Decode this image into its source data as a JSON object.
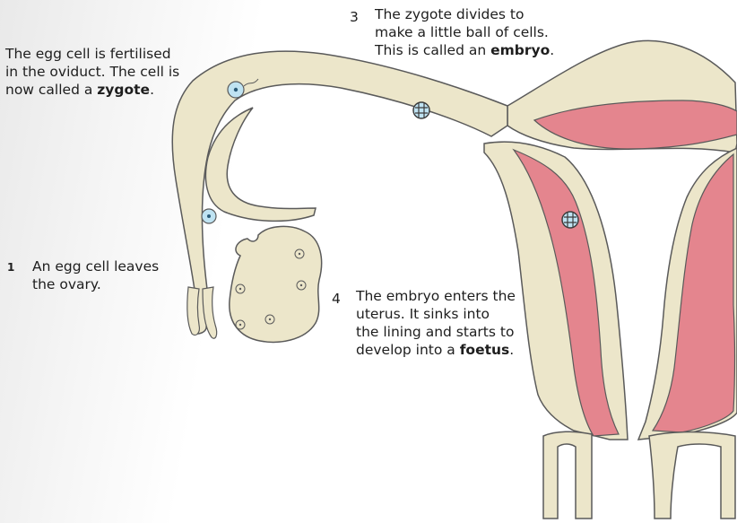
{
  "labels": {
    "fertilised": {
      "line1": "The egg cell is fertilised",
      "line2": "in the oviduct. The cell is",
      "line3_pre": "now called a ",
      "line3_bold": "zygote",
      "line3_post": "."
    },
    "step1": {
      "number": "1",
      "line1": "An egg cell leaves",
      "line2": "the ovary."
    },
    "step3": {
      "number": "3",
      "line1": "The zygote divides to",
      "line2": "make a little ball of cells.",
      "line3_pre": "This is called an ",
      "line3_bold": "embryo",
      "line3_post": "."
    },
    "step4": {
      "number": "4",
      "line1": "The embryo enters the",
      "line2": "uterus. It sinks into",
      "line3": "the lining and starts to",
      "line4_pre": "develop into a ",
      "line4_bold": "foetus",
      "line4_post": "."
    }
  },
  "colors": {
    "tissue": "#ece6ca",
    "lining": "#e4858e",
    "cell": "#bfe3f2",
    "outline": "#5a5a5a"
  }
}
